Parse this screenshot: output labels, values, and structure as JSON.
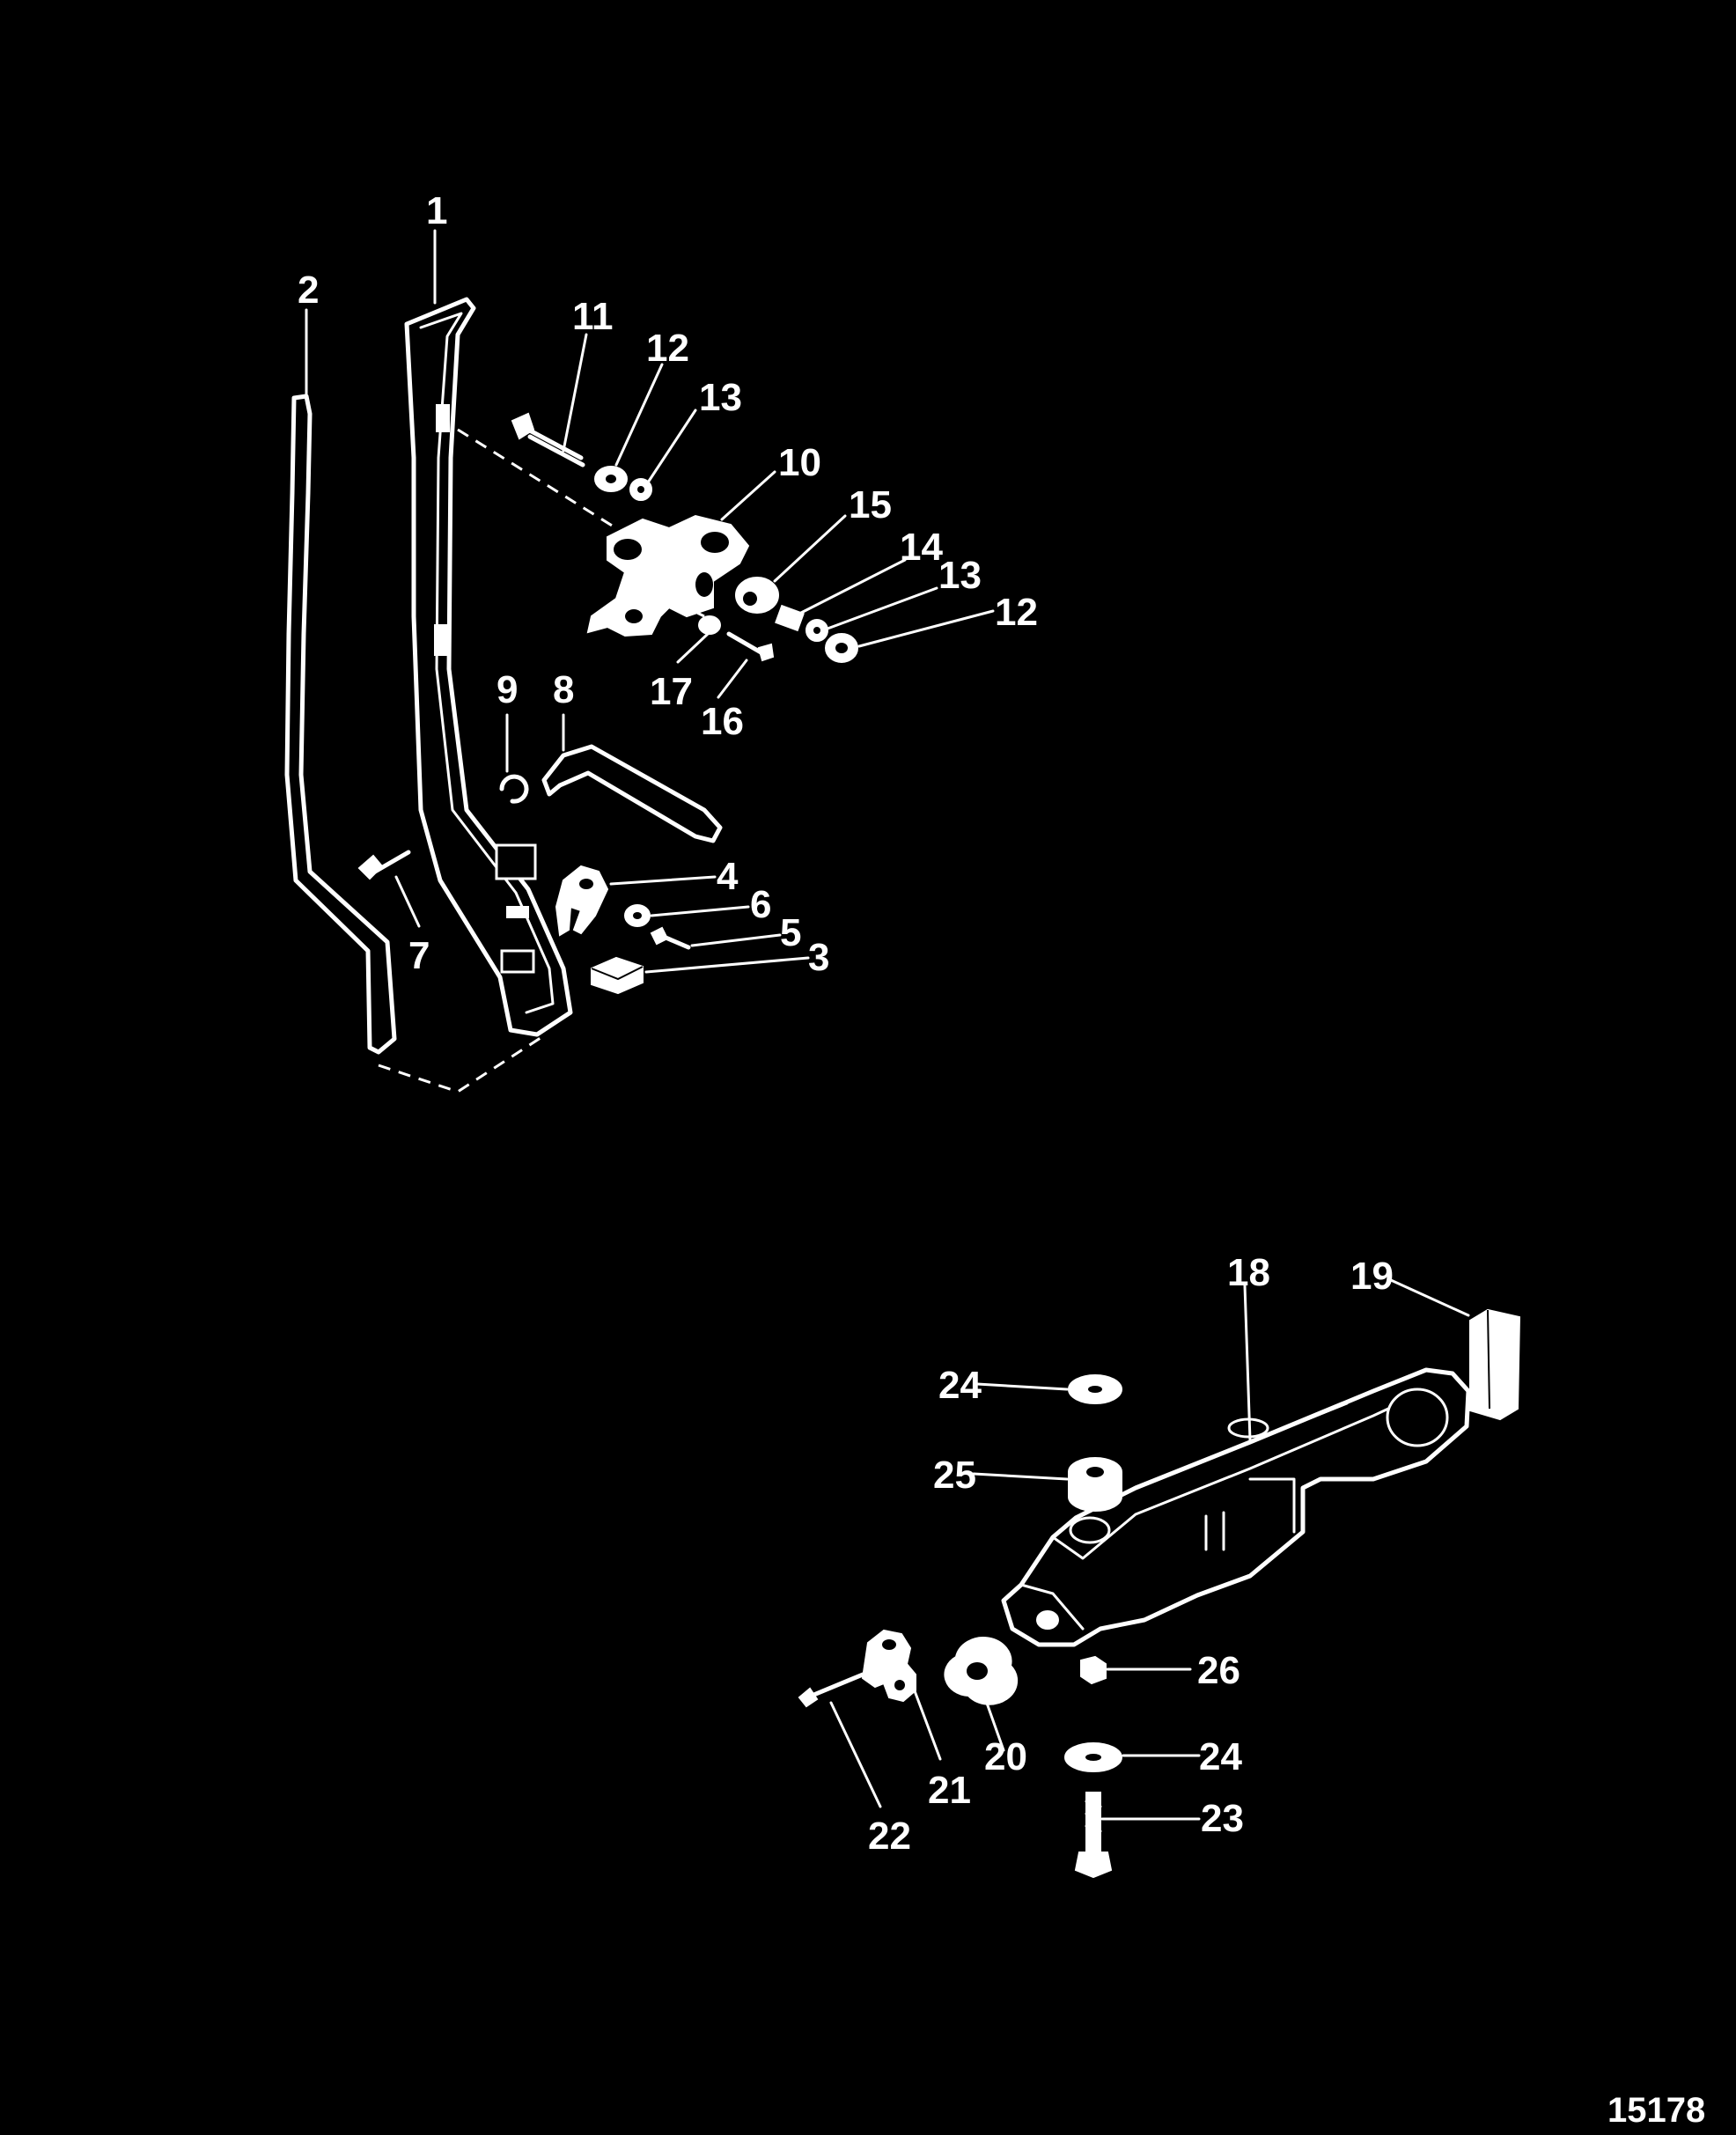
{
  "diagram": {
    "figure_number": "15178",
    "callouts": {
      "p1": "1",
      "p2": "2",
      "p3": "3",
      "p4": "4",
      "p5": "5",
      "p6": "6",
      "p7": "7",
      "p8": "8",
      "p9": "9",
      "p10": "10",
      "p11": "11",
      "p12a": "12",
      "p12b": "12",
      "p13a": "13",
      "p13b": "13",
      "p14": "14",
      "p15": "15",
      "p16": "16",
      "p17": "17",
      "p18": "18",
      "p19": "19",
      "p20": "20",
      "p21": "21",
      "p22": "22",
      "p23": "23",
      "p24a": "24",
      "p24b": "24",
      "p25": "25",
      "p26": "26"
    }
  }
}
